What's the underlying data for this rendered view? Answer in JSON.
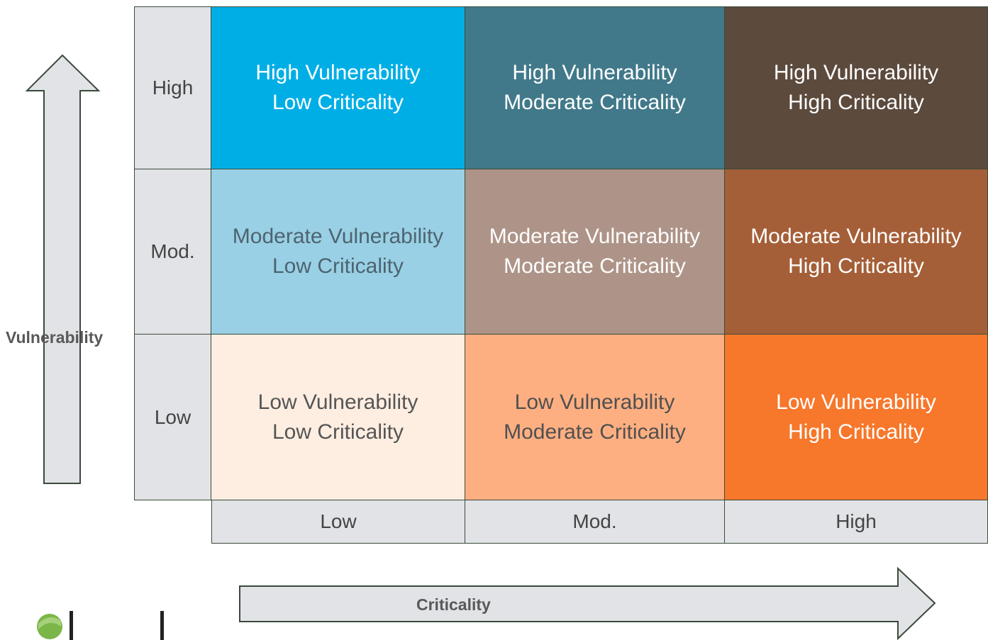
{
  "axes": {
    "y_title": "Vulnerability",
    "x_title": "Criticality"
  },
  "row_labels": [
    "High",
    "Mod.",
    "Low"
  ],
  "col_labels": [
    "Low",
    "Mod.",
    "High"
  ],
  "cells": [
    [
      {
        "line1": "High Vulnerability",
        "line2": "Low Criticality",
        "bg": "#00aee6",
        "fg": "#ffffff"
      },
      {
        "line1": "High Vulnerability",
        "line2": "Moderate Criticality",
        "bg": "#41798a",
        "fg": "#ffffff"
      },
      {
        "line1": "High Vulnerability",
        "line2": "High Criticality",
        "bg": "#5c4a3d",
        "fg": "#ffffff"
      }
    ],
    [
      {
        "line1": "Moderate Vulnerability",
        "line2": "Low Criticality",
        "bg": "#99d0e5",
        "fg": "#4d6470"
      },
      {
        "line1": "Moderate Vulnerability",
        "line2": "Moderate Criticality",
        "bg": "#ae9488",
        "fg": "#ffffff"
      },
      {
        "line1": "Moderate Vulnerability",
        "line2": "High Criticality",
        "bg": "#a55f38",
        "fg": "#ffffff"
      }
    ],
    [
      {
        "line1": "Low Vulnerability",
        "line2": "Low Criticality",
        "bg": "#feeee1",
        "fg": "#555555"
      },
      {
        "line1": "Low Vulnerability",
        "line2": "Moderate Criticality",
        "bg": "#feaf81",
        "fg": "#505050"
      },
      {
        "line1": "Low Vulnerability",
        "line2": "High Criticality",
        "bg": "#f7772b",
        "fg": "#ffffff"
      }
    ]
  ],
  "colors": {
    "label_bg": "#e1e3e6",
    "arrow_fill": "#e1e3e6",
    "arrow_stroke": "#3a4a3a",
    "logo_green": "#7ab648"
  }
}
